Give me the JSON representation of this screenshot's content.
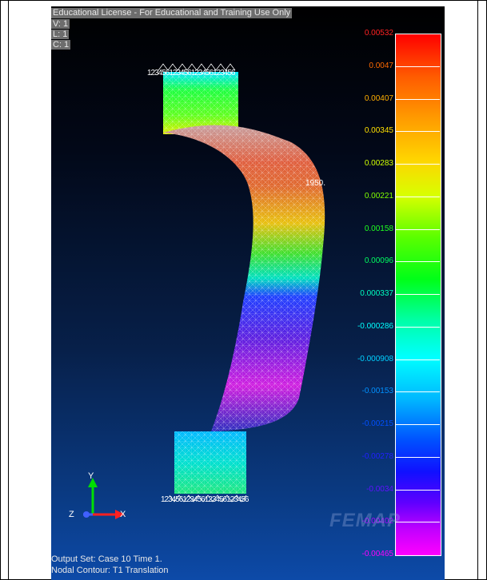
{
  "viewport": {
    "license_text": "Educational License - For Educational and Training Use Only",
    "view_label": "V: 1",
    "load_label": "L: 1",
    "constraint_label": "C: 1",
    "output_set": "Output Set: Case 10 Time 1.",
    "contour": "Nodal Contour: T1 Translation",
    "node_label_mid": "1950.",
    "node_label_top": "123456123456123456123456",
    "node_label_bottom": "123456123456123456123456",
    "brand": "FEMAP"
  },
  "triad": {
    "x_label": "X",
    "y_label": "Y",
    "z_label": "Z"
  },
  "color_scale": {
    "values": [
      "0.00532",
      "0.0047",
      "0.00407",
      "0.00345",
      "0.00283",
      "0.00221",
      "0.00158",
      "0.00096",
      "0.000337",
      "-0.000286",
      "-0.000908",
      "-0.00153",
      "-0.00215",
      "-0.00278",
      "-0.0034",
      "-0.00402",
      "-0.00465"
    ],
    "colors": [
      "#ff2222",
      "#ff6a00",
      "#ffb000",
      "#ffe000",
      "#d0ff00",
      "#80ff00",
      "#20ff20",
      "#00ff60",
      "#00ffc0",
      "#00ffff",
      "#00d0ff",
      "#0090ff",
      "#0050ff",
      "#2020ff",
      "#6010ff",
      "#b000ff",
      "#ff00ff"
    ]
  }
}
